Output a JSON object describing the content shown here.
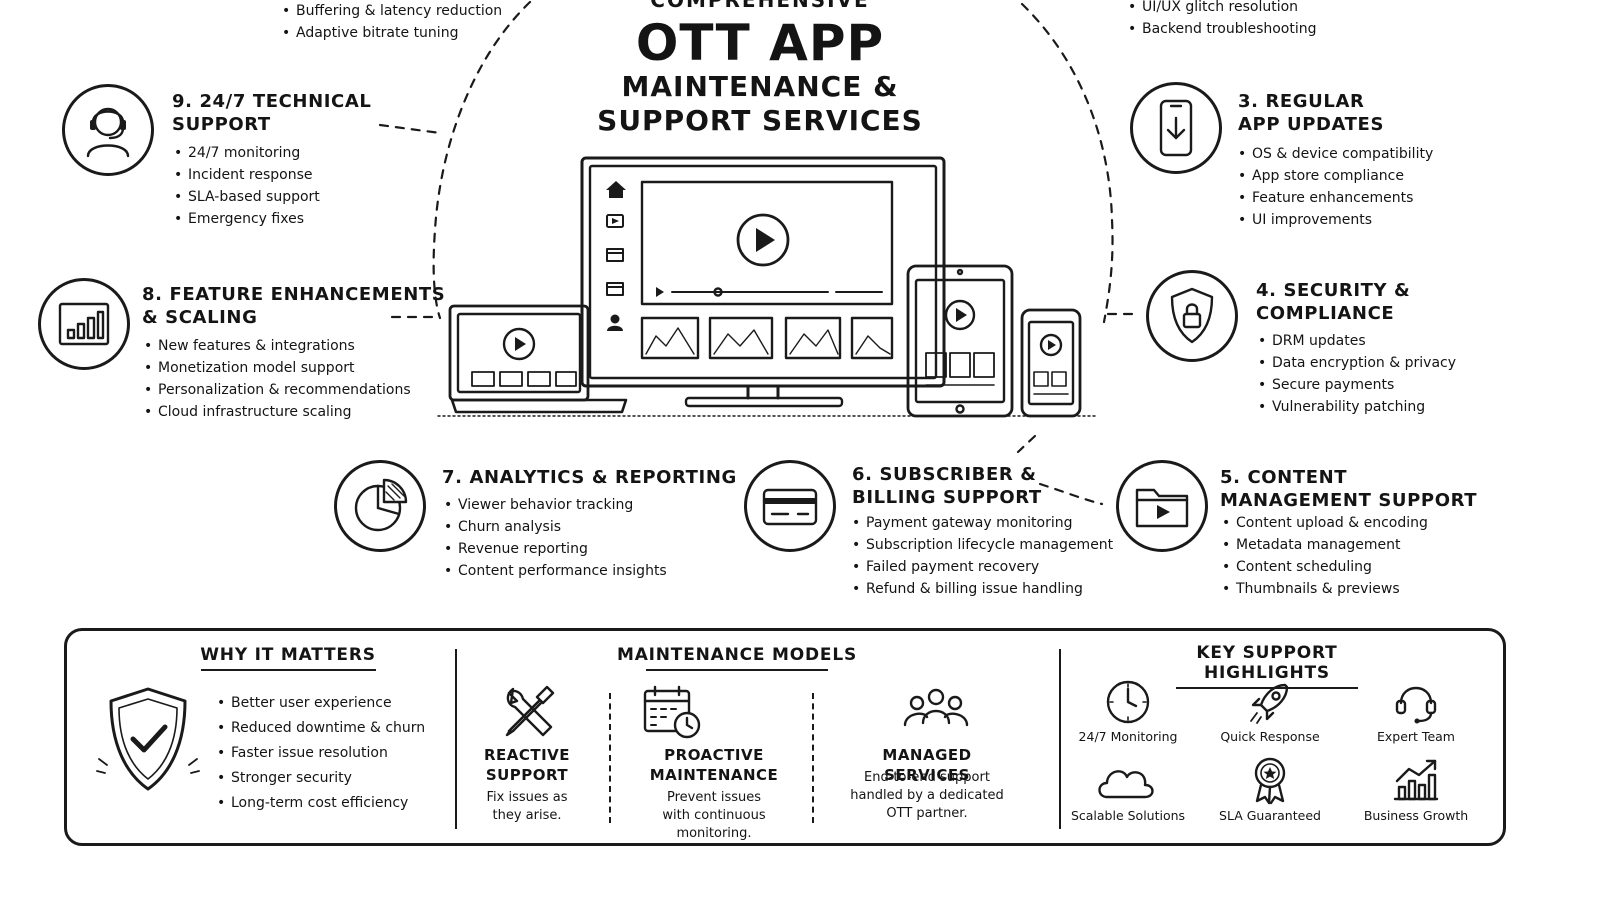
{
  "hero": {
    "kicker": "COMPREHENSIVE",
    "title": "OTT APP",
    "subtitle_1": "MAINTENANCE &",
    "subtitle_2": "SUPPORT SERVICES"
  },
  "top_left_bullets": [
    "Buffering & latency reduction",
    "Adaptive bitrate tuning"
  ],
  "top_right_bullets": [
    "UI/UX glitch resolution",
    "Backend troubleshooting"
  ],
  "sections": {
    "s9": {
      "number": "9.",
      "title_1": "24/7 TECHNICAL",
      "title_2": "SUPPORT",
      "icon": "headset-agent-icon",
      "items": [
        "24/7 monitoring",
        "Incident response",
        "SLA-based support",
        "Emergency fixes"
      ]
    },
    "s8": {
      "number": "8.",
      "title_1": "FEATURE ENHANCEMENTS",
      "title_2": "& SCALING",
      "icon": "bar-chart-icon",
      "items": [
        "New features & integrations",
        "Monetization model support",
        "Personalization & recommendations",
        "Cloud infrastructure scaling"
      ]
    },
    "s3": {
      "number": "3.",
      "title_1": "REGULAR",
      "title_2": "APP UPDATES",
      "icon": "phone-download-icon",
      "items": [
        "OS & device compatibility",
        "App store compliance",
        "Feature enhancements",
        "UI improvements"
      ]
    },
    "s4": {
      "number": "4.",
      "title_1": "SECURITY &",
      "title_2": "COMPLIANCE",
      "icon": "shield-lock-icon",
      "items": [
        "DRM updates",
        "Data encryption & privacy",
        "Secure payments",
        "Vulnerability patching"
      ]
    },
    "s7": {
      "number": "7.",
      "title_1": "ANALYTICS & REPORTING",
      "title_2": "",
      "icon": "pie-chart-icon",
      "items": [
        "Viewer behavior tracking",
        "Churn analysis",
        "Revenue reporting",
        "Content performance insights"
      ]
    },
    "s6": {
      "number": "6.",
      "title_1": "SUBSCRIBER &",
      "title_2": "BILLING SUPPORT",
      "icon": "credit-card-icon",
      "items": [
        "Payment gateway monitoring",
        "Subscription lifecycle management",
        "Failed payment recovery",
        "Refund & billing issue handling"
      ]
    },
    "s5": {
      "number": "5.",
      "title_1": "CONTENT",
      "title_2": "MANAGEMENT SUPPORT",
      "icon": "video-folder-icon",
      "items": [
        "Content upload & encoding",
        "Metadata management",
        "Content scheduling",
        "Thumbnails & previews"
      ]
    }
  },
  "why": {
    "title": "WHY IT MATTERS",
    "items": [
      "Better user experience",
      "Reduced downtime & churn",
      "Faster issue resolution",
      "Stronger security",
      "Long-term cost efficiency"
    ]
  },
  "models": {
    "title": "MAINTENANCE MODELS",
    "reactive": {
      "title_1": "REACTIVE",
      "title_2": "SUPPORT",
      "desc_1": "Fix issues as",
      "desc_2": "they arise."
    },
    "proactive": {
      "title_1": "PROACTIVE",
      "title_2": "MAINTENANCE",
      "desc_1": "Prevent issues",
      "desc_2": "with continuous",
      "desc_3": "monitoring."
    },
    "managed": {
      "title_1": "MANAGED SERVICES",
      "desc_1": "End-to-end support",
      "desc_2": "handled by a dedicated",
      "desc_3": "OTT partner."
    }
  },
  "highlights": {
    "title": "KEY SUPPORT HIGHLIGHTS",
    "items": [
      "24/7 Monitoring",
      "Quick Response",
      "Expert Team",
      "Scalable Solutions",
      "SLA Guaranteed",
      "Business Growth"
    ]
  }
}
